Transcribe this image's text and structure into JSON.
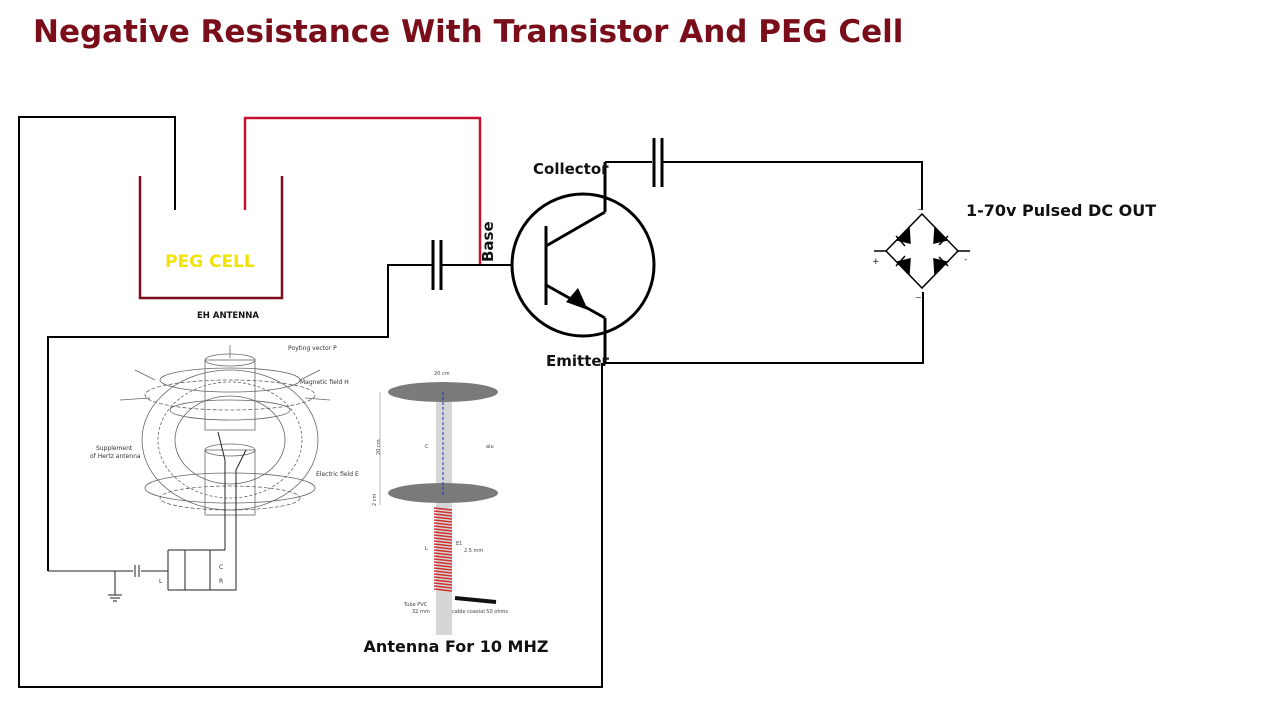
{
  "title": "Negative Resistance With Transistor And PEG Cell",
  "labels": {
    "peg_cell": "PEG CELL",
    "eh_antenna": "EH ANTENNA",
    "collector": "Collector",
    "base": "Base",
    "emitter": "Emitter",
    "output": "1-70v Pulsed DC OUT",
    "antenna_caption": "Antenna For 10 MHZ"
  },
  "bridge_marks": {
    "plus": "+",
    "minus": "-",
    "ac_top": "~",
    "ac_bottom": "~"
  },
  "eh_sketch": {
    "poynting": "Poyting vector P",
    "magnetic": "Magnetic field H",
    "electric": "Electric field E",
    "supplement_1": "Supplement",
    "supplement_2": "of Hertz antenna",
    "l": "L",
    "c": "C",
    "r": "R"
  },
  "antenna_sketch": {
    "width": "20 cm",
    "height": "20 cm",
    "gap": "2 cm",
    "c": "C",
    "alu": "alu",
    "l": "L",
    "e1": "E1",
    "e1_val": "2.5 mm",
    "tube_1": "Tube PVC",
    "tube_2": "32 mm",
    "cable": "cable coaxial 50 ohms"
  },
  "colors": {
    "title": "#7a0d1a",
    "wire_red": "#c8102e",
    "peg_text": "#f2e400",
    "coil": "#d03030"
  }
}
